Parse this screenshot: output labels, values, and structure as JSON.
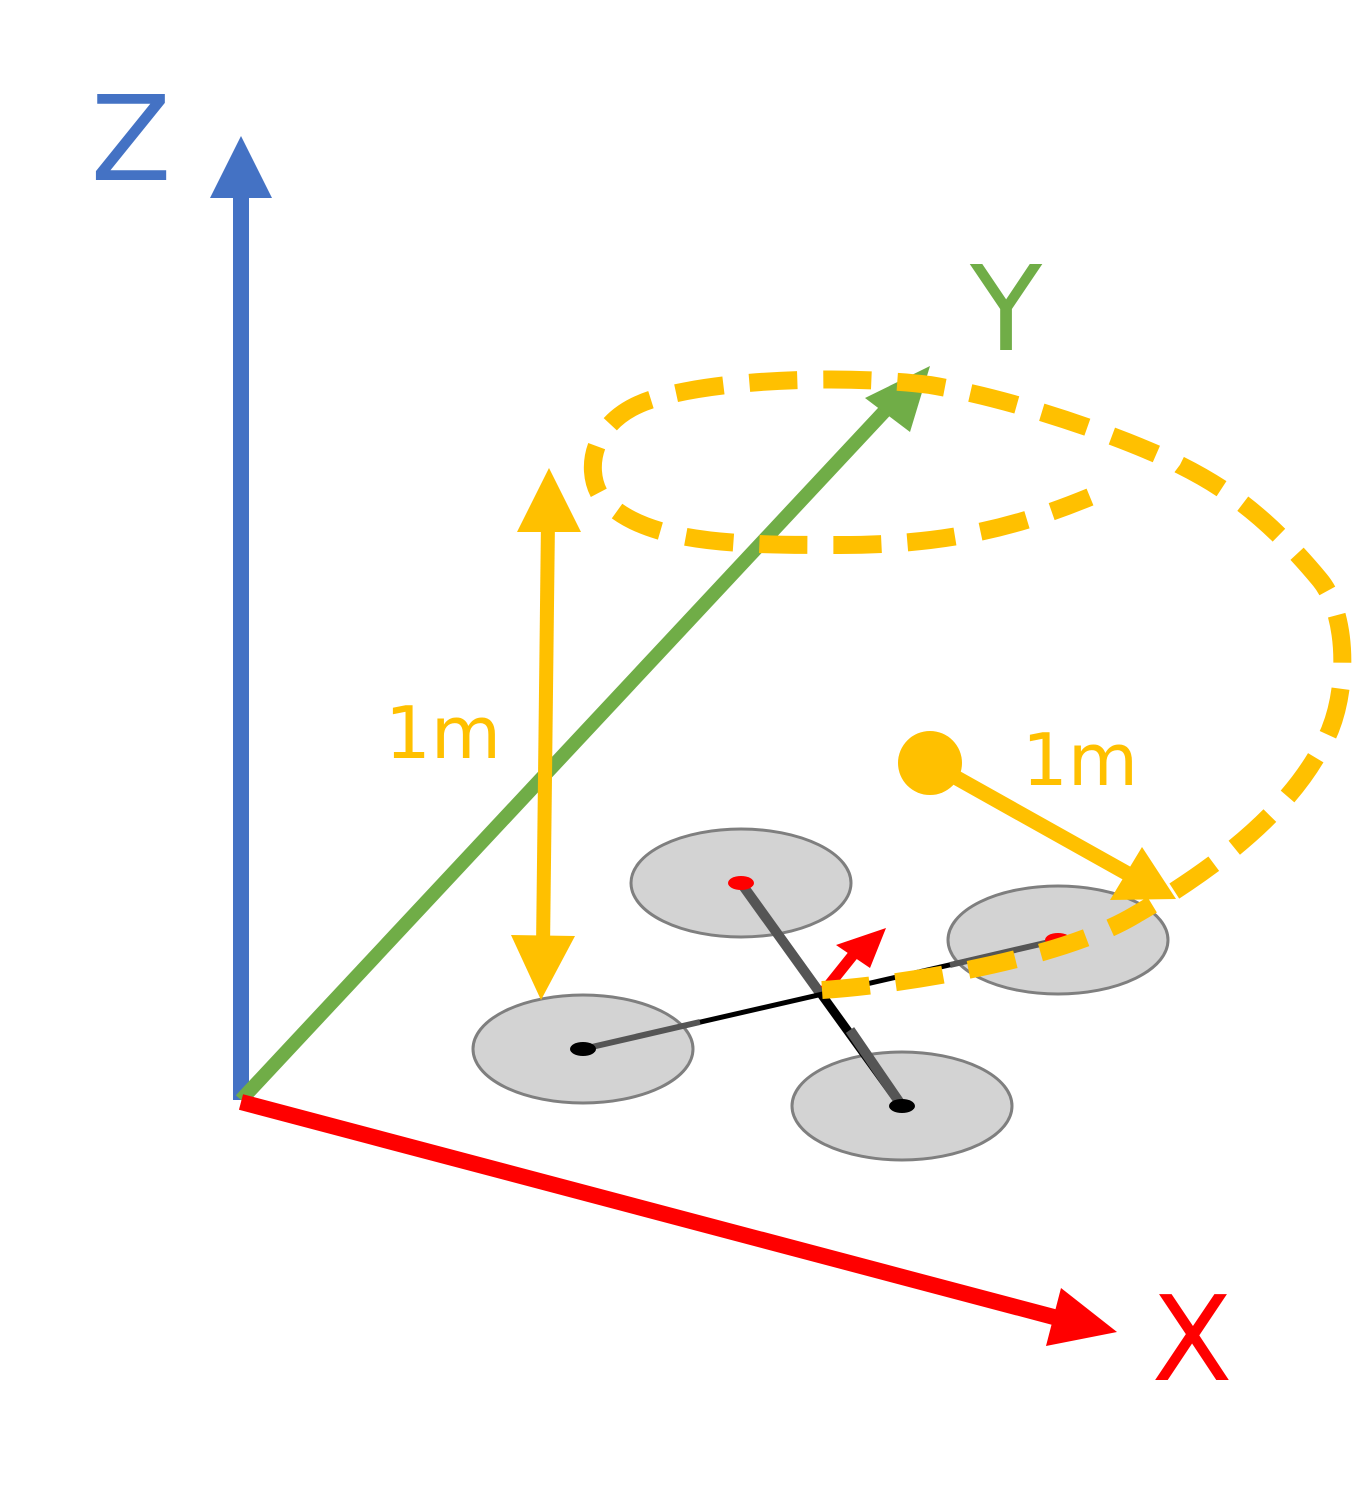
{
  "axes": {
    "z": {
      "label": "Z",
      "color": "#4472C4"
    },
    "y": {
      "label": "Y",
      "color": "#70AD47"
    },
    "x": {
      "label": "X",
      "color": "#FF0000"
    }
  },
  "annotations": {
    "height": "1m",
    "radius": "1m",
    "color": "#FFC000"
  },
  "drone": {
    "rotor_fill": "#D3D3D3",
    "rotor_stroke": "#7F7F7F",
    "arm_color": "#000000",
    "heading_color": "#FF0000"
  }
}
